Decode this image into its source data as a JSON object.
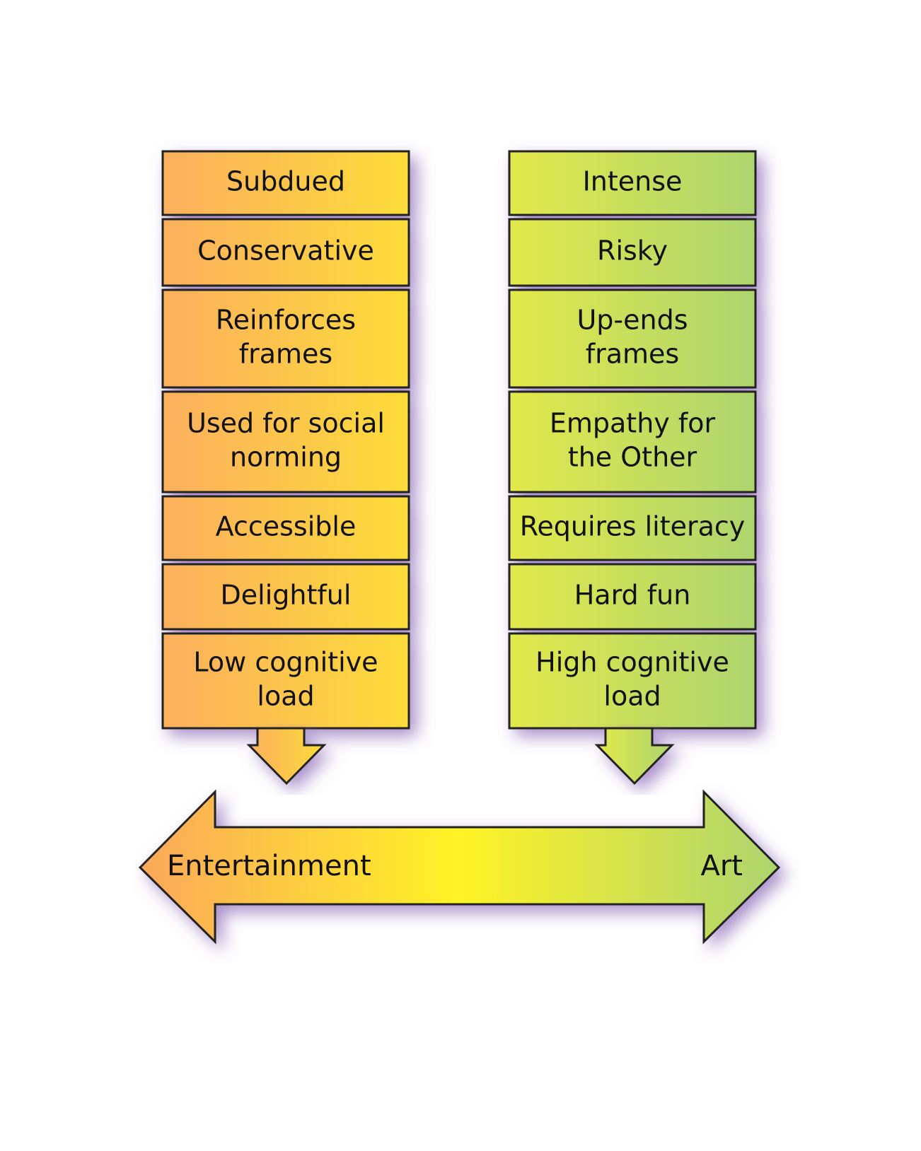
{
  "left_column": {
    "items": [
      [
        "Subdued"
      ],
      [
        "Conservative"
      ],
      [
        "Reinforces",
        "frames"
      ],
      [
        "Used for social",
        "norming"
      ],
      [
        "Accessible"
      ],
      [
        "Delightful"
      ],
      [
        "Low cognitive",
        "load"
      ]
    ],
    "colors": {
      "start": "#FBAF5D",
      "end": "#FDDC3A"
    }
  },
  "right_column": {
    "items": [
      [
        "Intense"
      ],
      [
        "Risky"
      ],
      [
        "Up-ends",
        "frames"
      ],
      [
        "Empathy for",
        "the Other"
      ],
      [
        "Requires literacy"
      ],
      [
        "Hard fun"
      ],
      [
        "High cognitive",
        "load"
      ]
    ],
    "colors": {
      "start": "#E2E94A",
      "end": "#ADD46F"
    }
  },
  "axis": {
    "left_label": "Entertainment",
    "right_label": "Art",
    "colors": {
      "left": "#FBA85A",
      "middle": "#FFF325",
      "right": "#ADD46F"
    }
  },
  "shadow_color": "#8E6BB8",
  "outline_color": "#222222"
}
